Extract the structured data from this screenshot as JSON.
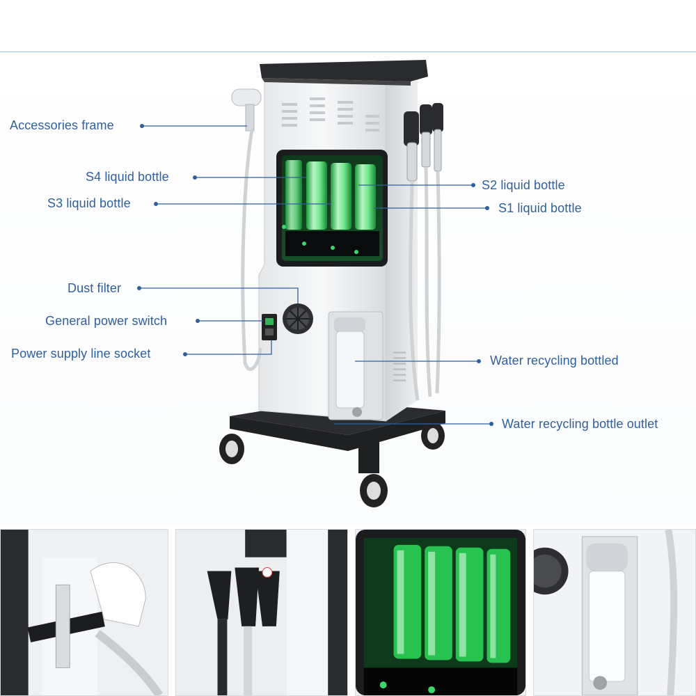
{
  "callouts": {
    "accessories_frame": "Accessories frame",
    "s4_liquid_bottle": "S4 liquid bottle",
    "s3_liquid_bottle": "S3 liquid bottle",
    "s2_liquid_bottle": "S2 liquid bottle",
    "s1_liquid_bottle": "S1 liquid bottle",
    "dust_filter": "Dust filter",
    "general_power_switch": "General power switch",
    "power_supply_line_socket": "Power supply line socket",
    "water_recycling_bottled": "Water recycling bottled",
    "water_recycling_bottle_outlet": "Water recycling bottle outlet"
  },
  "colors": {
    "label_blue": "#2f5f9e",
    "leader_blue": "#2f5f9e",
    "glow_green": "#3cd66a",
    "body_white": "#f4f5f6",
    "frame_black": "#1e1f21"
  },
  "thumbnails": [
    {
      "name": "handpieces-closeup"
    },
    {
      "name": "holder-closeup"
    },
    {
      "name": "liquid-bottles-closeup"
    },
    {
      "name": "recycling-bottle-closeup"
    }
  ]
}
